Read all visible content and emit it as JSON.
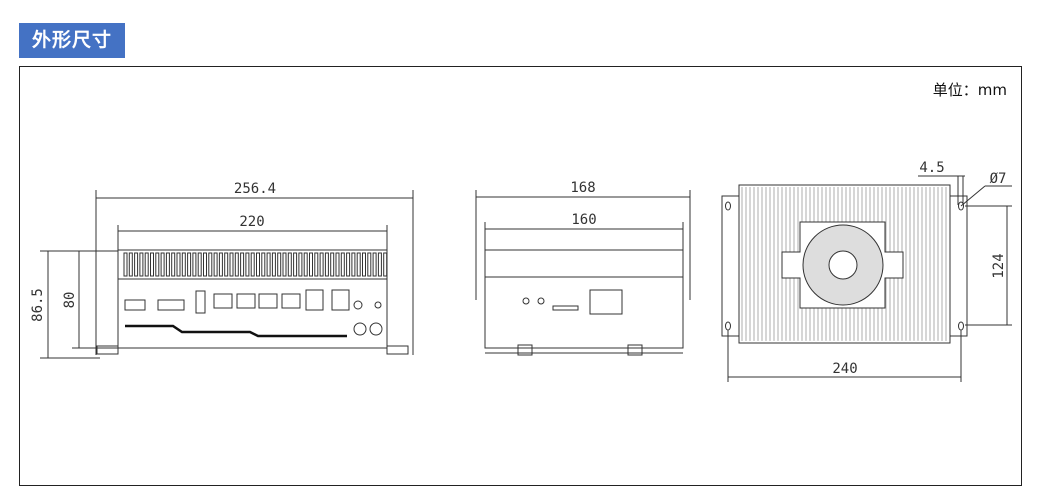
{
  "header": {
    "title": "外形尺寸",
    "color": "#4472C4"
  },
  "unit_label": "单位：mm",
  "front_view": {
    "width_overall": "256.4",
    "width_body": "220",
    "height_overall": "86.5",
    "height_body": "80"
  },
  "side_view": {
    "depth_overall": "168",
    "depth_body": "160"
  },
  "top_view": {
    "hole_spacing_x": "240",
    "hole_spacing_y": "124",
    "hole_offset": "4.5",
    "hole_diameter": "Ø7"
  }
}
